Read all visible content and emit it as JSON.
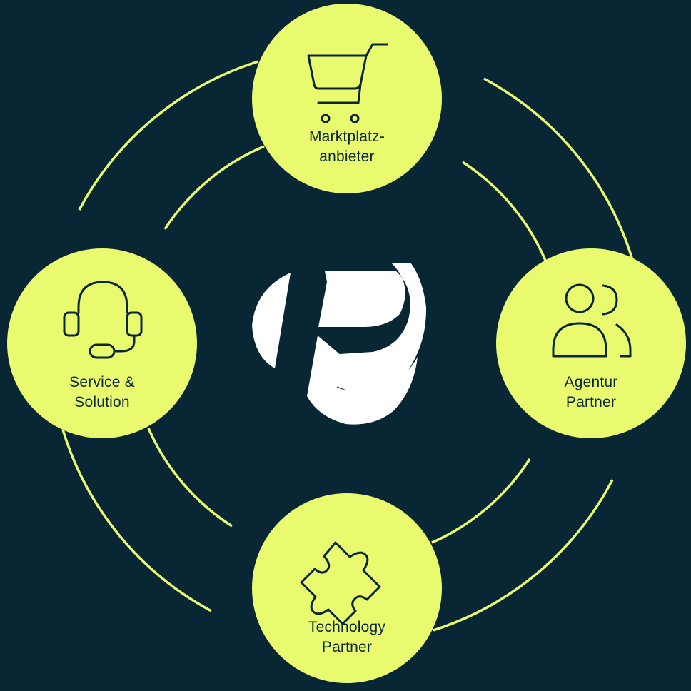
{
  "colors": {
    "background": "#082634",
    "accent": "#e9fa6e",
    "logo": "#ffffff",
    "icon_stroke": "#082634"
  },
  "center": {
    "logo_icon": "p-logo-icon"
  },
  "nodes": {
    "top": {
      "icon": "shopping-cart-icon",
      "line1": "Marktplatz-",
      "line2": "anbieter"
    },
    "right": {
      "icon": "users-icon",
      "line1": "Agentur",
      "line2": "Partner"
    },
    "bottom": {
      "icon": "puzzle-piece-icon",
      "line1": "Technology",
      "line2": "Partner"
    },
    "left": {
      "icon": "headset-icon",
      "line1": "Service &",
      "line2": "Solution"
    }
  }
}
